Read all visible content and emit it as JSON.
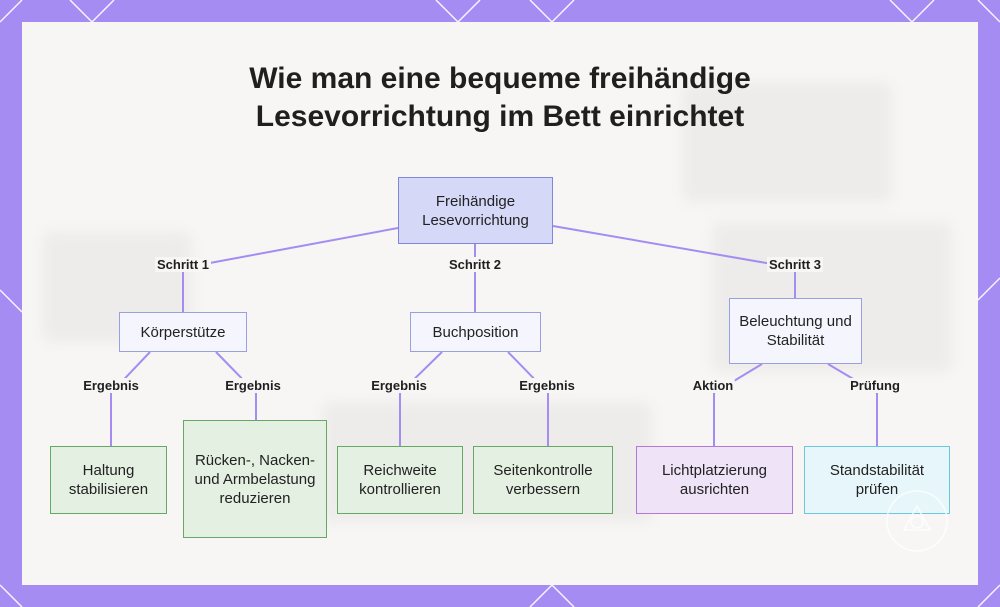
{
  "title": {
    "line1": "Wie man eine bequeme freihändige",
    "line2": "Lesevorrichtung im Bett einrichtet"
  },
  "nodes": {
    "root": {
      "label": "Freihändige Lesevorrichtung"
    },
    "koerper": {
      "label": "Körperstütze"
    },
    "buch": {
      "label": "Buchposition"
    },
    "licht": {
      "label": "Beleuchtung und Stabilität"
    },
    "haltung": {
      "label": "Haltung stabilisieren"
    },
    "ruecken": {
      "label": "Rücken-, Nacken- und Armbelastung reduzieren"
    },
    "reichweite": {
      "label": "Reichweite kontrollieren"
    },
    "seiten": {
      "label": "Seitenkontrolle verbessern"
    },
    "lichtplatz": {
      "label": "Lichtplatzierung ausrichten"
    },
    "stand": {
      "label": "Standstabilität prüfen"
    }
  },
  "edges": {
    "schritt1": "Schritt 1",
    "schritt2": "Schritt 2",
    "schritt3": "Schritt 3",
    "ergebnis_a": "Ergebnis",
    "ergebnis_b": "Ergebnis",
    "ergebnis_c": "Ergebnis",
    "ergebnis_d": "Ergebnis",
    "aktion": "Aktion",
    "pruefung": "Prüfung"
  },
  "colors": {
    "background": "#a58cf2",
    "connector": "#a58cf2",
    "root_fill": "#d6d8f8",
    "green_fill": "#e4f0e1",
    "purple_fill": "#efe3f7",
    "cyan_fill": "#e6f6fa"
  },
  "icons": {
    "logo": "watermark-logo-icon"
  }
}
